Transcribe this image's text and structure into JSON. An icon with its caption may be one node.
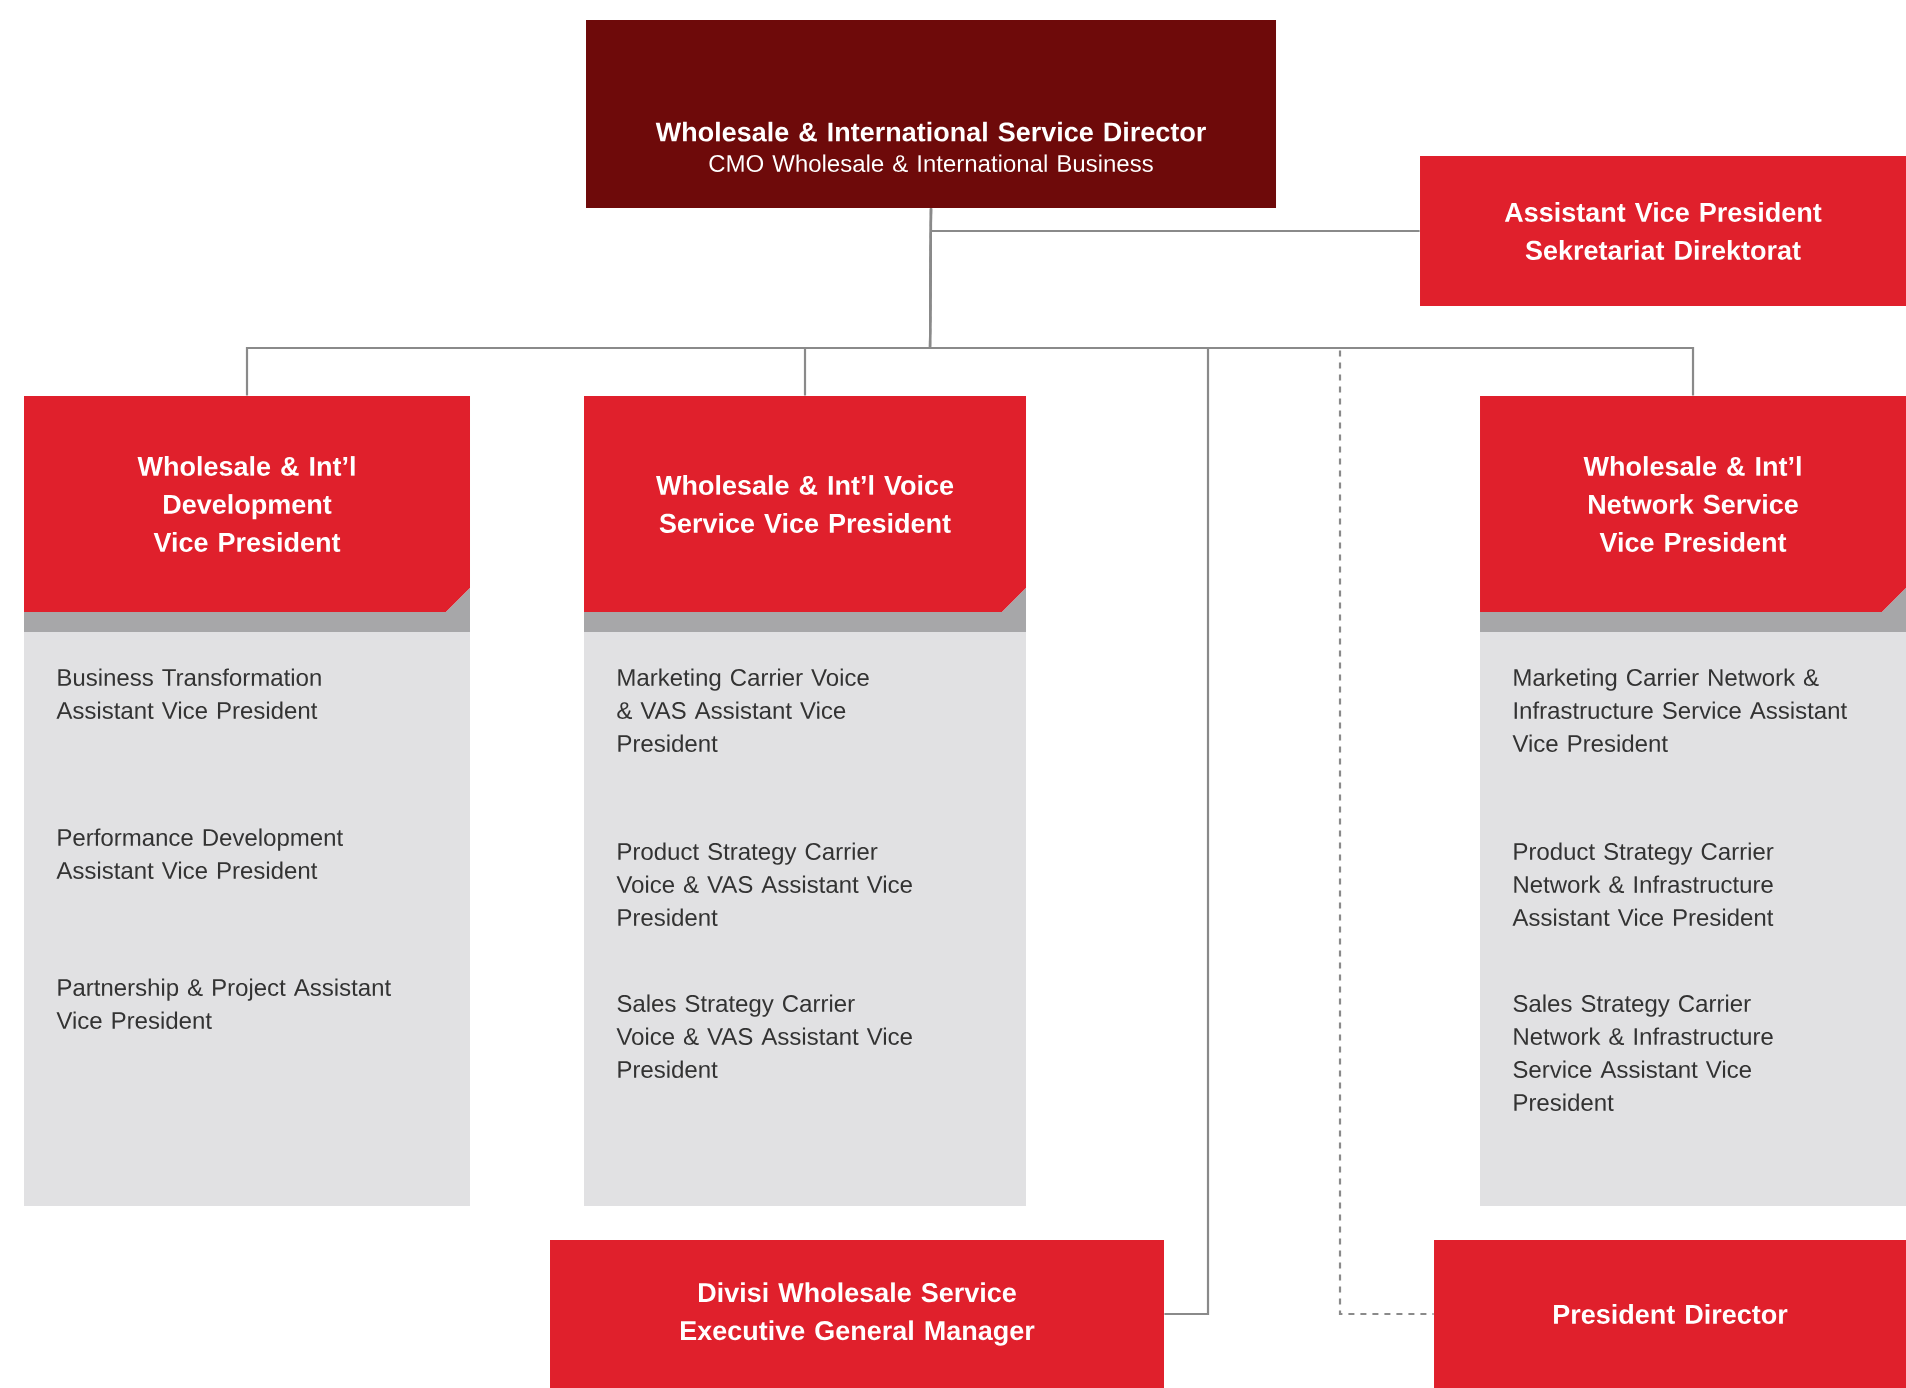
{
  "diagram": {
    "nodes": [
      {
        "text": [
          "Wholesale & International Service Director",
          "CMO Wholesale & International Business"
        ]
      },
      {
        "text": [
          "Assistant Vice President Sekretariat Direktorat"
        ]
      },
      {
        "text": [
          "Wholesale & Int’l Development Vice President"
        ]
      },
      {
        "text": [
          "Business Transformation Assistant Vice President"
        ],
        "in": 2
      },
      {
        "text": [
          "Performance Development Assistant Vice President"
        ],
        "in": 2
      },
      {
        "text": [
          "Partnership & Project Assistant Vice President"
        ],
        "in": 2
      },
      {
        "text": [
          "Wholesale & Int’l Voice Service Vice President"
        ]
      },
      {
        "text": [
          "Marketing Carrier Voice & VAS Assistant Vice President"
        ],
        "in": 6
      },
      {
        "text": [
          "Product Strategy Carrier Voice & VAS Assistant Vice President"
        ],
        "in": 6
      },
      {
        "text": [
          "Sales Strategy Carrier Voice & VAS Assistant Vice President"
        ],
        "in": 6
      },
      {
        "text": [
          "Wholesale & Int’l Network Service Vice President"
        ]
      },
      {
        "text": [
          "Marketing Carrier Network & Infrastructure Service Assistant Vice President"
        ],
        "in": 10
      },
      {
        "text": [
          "Product Strategy Carrier Network & Infrastructure Assistant Vice President"
        ],
        "in": 10
      },
      {
        "text": [
          "Sales Strategy Carrier Network & Infrastructure Service Assistant Vice President"
        ],
        "in": 10
      },
      {
        "text": [
          "Divisi Wholesale Service Executive General Manager"
        ]
      },
      {
        "text": [
          "President Director"
        ]
      }
    ],
    "edges": [
      {
        "from": 0,
        "to": 1,
        "arrow": "none"
      },
      {
        "from": 0,
        "to": 2,
        "arrow": "none"
      },
      {
        "from": 0,
        "to": 6,
        "arrow": "none"
      },
      {
        "from": 0,
        "to": 14,
        "arrow": "none"
      },
      {
        "from": 0,
        "to": 15,
        "arrow": "none",
        "style": "dashed"
      },
      {
        "from": 0,
        "to": 10,
        "arrow": "none"
      }
    ]
  }
}
